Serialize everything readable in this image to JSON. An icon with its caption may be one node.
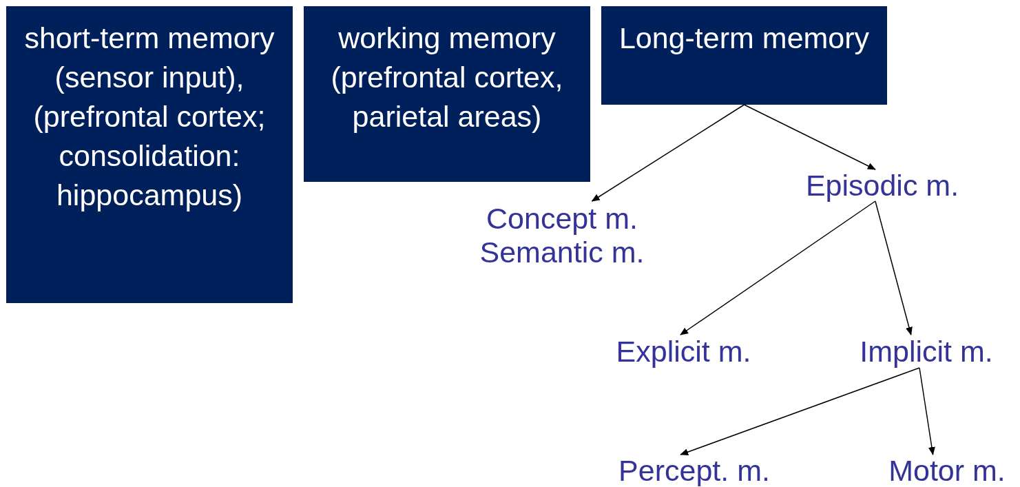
{
  "diagram": {
    "nodes": [
      {
        "text": [
          "short-term memory (sensor input), (prefrontal cortex; consolidation: hippocampus)"
        ]
      },
      {
        "text": [
          "working memory (prefrontal cortex, parietal areas)"
        ]
      },
      {
        "text": [
          "Long-term memory"
        ]
      },
      {
        "text": [
          "Concept m.",
          "Semantic m."
        ]
      },
      {
        "text": [
          "Episodic m."
        ]
      },
      {
        "text": [
          "Explicit m."
        ]
      },
      {
        "text": [
          "Implicit m."
        ]
      },
      {
        "text": [
          "Percept. m."
        ]
      },
      {
        "text": [
          "Motor m."
        ]
      }
    ],
    "edges": [
      {
        "from": 2,
        "to": 3,
        "arrow": "to"
      },
      {
        "from": 2,
        "to": 4,
        "arrow": "to"
      },
      {
        "from": 4,
        "to": 5,
        "arrow": "to"
      },
      {
        "from": 4,
        "to": 6,
        "arrow": "to"
      },
      {
        "from": 6,
        "to": 7,
        "arrow": "to"
      },
      {
        "from": 6,
        "to": 8,
        "arrow": "to"
      }
    ]
  }
}
